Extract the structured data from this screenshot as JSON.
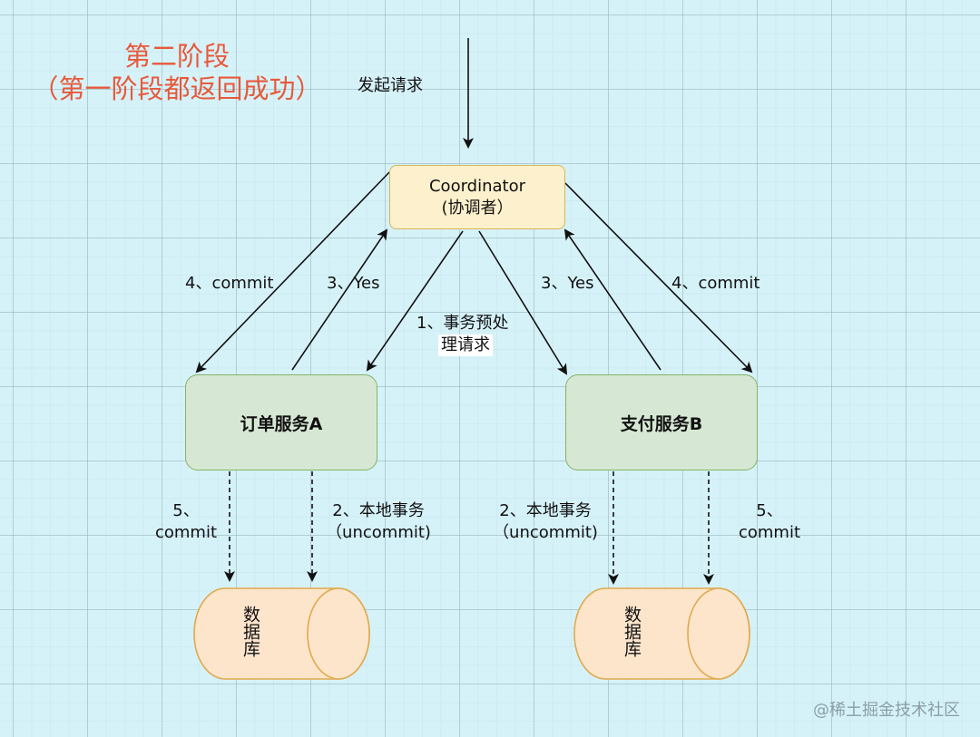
{
  "title": {
    "line1": "第二阶段",
    "line2": "（第一阶段都返回成功）"
  },
  "labels": {
    "request": "发起请求",
    "commit_left": "4、commit",
    "yes_left": "3、Yes",
    "prepare_line1": "1、事务预处",
    "prepare_line2": "理请求",
    "yes_right": "3、Yes",
    "commit_right": "4、commit",
    "local_a_line1": "2、本地事务",
    "local_a_line2": "（uncommit)",
    "local_b_line1": "2、本地事务",
    "local_b_line2": "（uncommit)",
    "commit_db_a_line1": "5、",
    "commit_db_a_line2": "commit",
    "commit_db_b_line1": "5、",
    "commit_db_b_line2": "commit"
  },
  "nodes": {
    "coordinator_line1": "Coordinator",
    "coordinator_line2": "(协调者）",
    "service_a": "订单服务A",
    "service_b": "支付服务B",
    "db_a": "数据库",
    "db_b": "数据库"
  },
  "colors": {
    "title": "#e8593a",
    "coordinator_fill": "#fdf0cc",
    "coordinator_stroke": "#d6b656",
    "service_fill": "#d6e8d3",
    "service_stroke": "#82b366",
    "db_fill": "#fde5cc",
    "db_stroke": "#e0a94c",
    "background": "#d6f2f9"
  },
  "watermark": "@稀土掘金技术社区"
}
